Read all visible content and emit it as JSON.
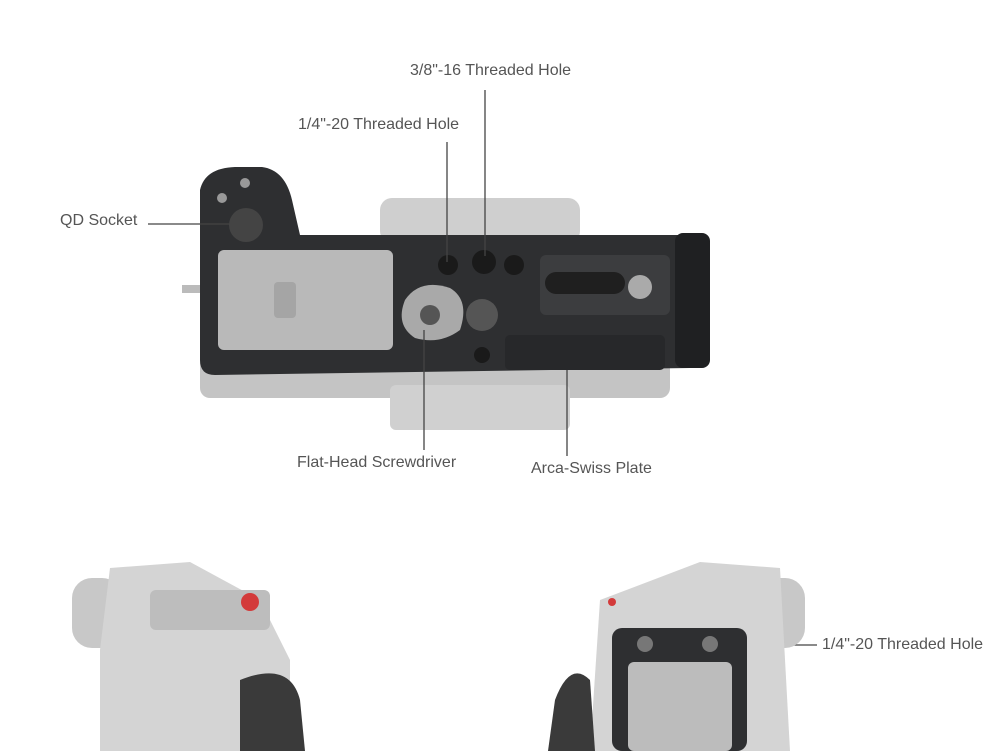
{
  "callouts": {
    "hole_38": "3/8\"-16 Threaded Hole",
    "hole_14_top": "1/4\"-20 Threaded Hole",
    "qd_socket": "QD Socket",
    "screwdriver": "Flat-Head Screwdriver",
    "arca": "Arca-Swiss Plate",
    "hole_14_side": "1/4\"-20 Threaded Hole"
  },
  "colors": {
    "cage": "#2e2f31",
    "camera": "#c9c9c9",
    "label": "#555555",
    "grip": "#3a3a3a",
    "accent": "#d33a3a"
  }
}
